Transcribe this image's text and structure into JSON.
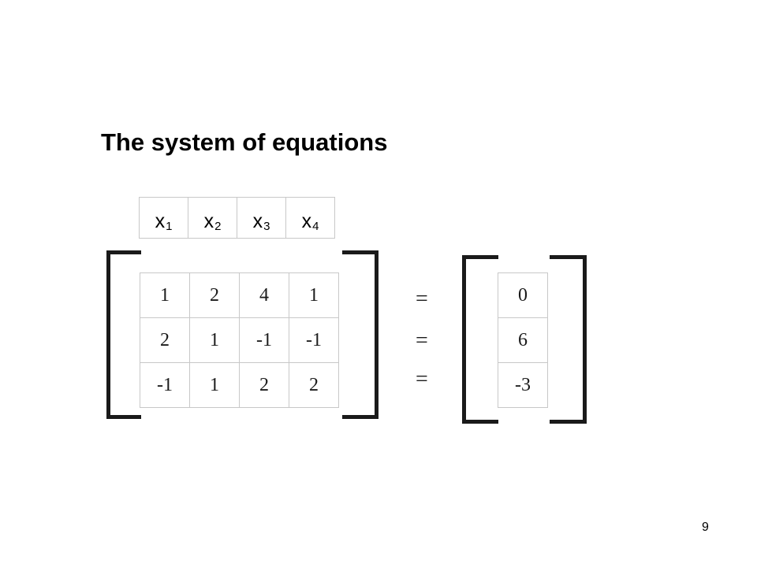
{
  "slide": {
    "title": "The system of equations",
    "page_number": "9"
  },
  "variables": [
    {
      "base": "x",
      "sub": "1"
    },
    {
      "base": "x",
      "sub": "2"
    },
    {
      "base": "x",
      "sub": "3"
    },
    {
      "base": "x",
      "sub": "4"
    }
  ],
  "coefficient_matrix": {
    "rows": [
      [
        "1",
        "2",
        "4",
        "1"
      ],
      [
        "2",
        "1",
        "-1",
        "-1"
      ],
      [
        "-1",
        "1",
        "2",
        "2"
      ]
    ]
  },
  "equals_signs": [
    "=",
    "=",
    "="
  ],
  "rhs_vector": [
    "0",
    "6",
    "-3"
  ]
}
